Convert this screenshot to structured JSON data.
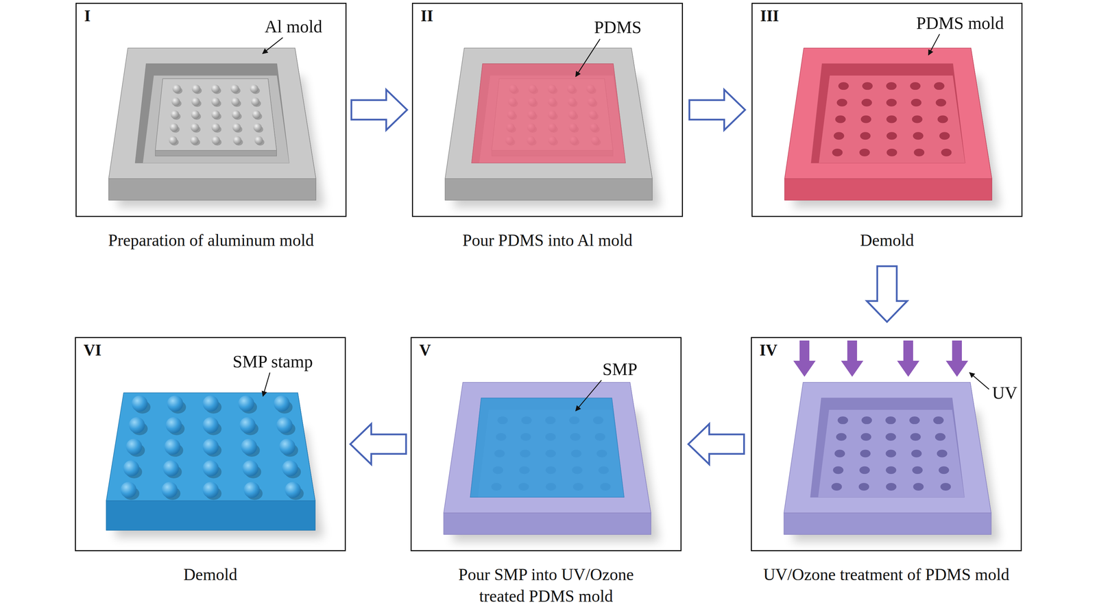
{
  "diagram": {
    "nodes": [
      {
        "text": [
          "I",
          "Al mold",
          "Preparation of aluminum mold"
        ]
      },
      {
        "text": [
          "II",
          "PDMS",
          "Pour PDMS into Al mold"
        ]
      },
      {
        "text": [
          "III",
          "PDMS mold",
          "Demold"
        ]
      },
      {
        "text": [
          "IV",
          "UV",
          "UV/Ozone treatment of PDMS mold"
        ]
      },
      {
        "text": [
          "V",
          "SMP",
          "Pour SMP into UV/Ozone treated PDMS mold"
        ]
      },
      {
        "text": [
          "VI",
          "SMP stamp",
          "Demold"
        ]
      }
    ],
    "edges": [
      {
        "from": 0,
        "to": 1,
        "arrow": "to"
      },
      {
        "from": 1,
        "to": 2,
        "arrow": "to"
      },
      {
        "from": 2,
        "to": 3,
        "arrow": "to"
      },
      {
        "from": 3,
        "to": 4,
        "arrow": "to"
      },
      {
        "from": 4,
        "to": 5,
        "arrow": "to"
      }
    ]
  }
}
